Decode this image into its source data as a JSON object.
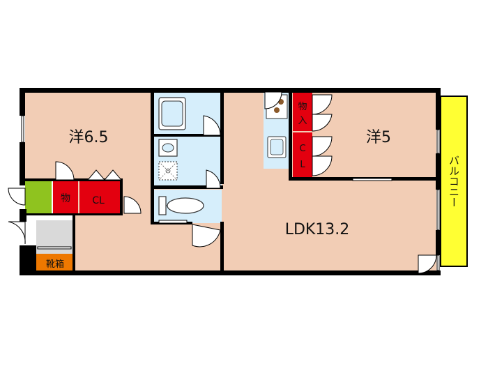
{
  "rooms": {
    "western_large": "洋6.5",
    "western_small": "洋5",
    "ldk": "LDK13.2"
  },
  "storage": {
    "mono": "物",
    "cl_left": "CL",
    "mono_ire": "物入",
    "cl_right": "CL",
    "shoe_box": "靴箱"
  },
  "balcony": "バルコニー",
  "colors": {
    "floor": "#f2cdb5",
    "wet_area": "#d6eefb",
    "storage_red": "#e3000f",
    "balcony_yellow": "#ffff33",
    "green": "#8fc31f",
    "shoe_orange": "#ee7800",
    "entrance_gray": "#d9d9d9",
    "wall": "#000000"
  }
}
